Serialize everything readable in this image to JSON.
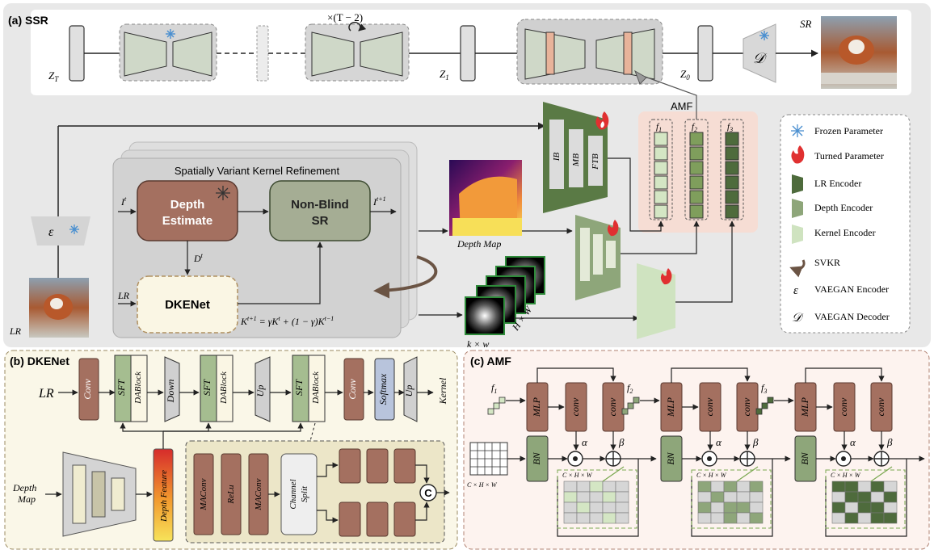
{
  "ssr": {
    "label": "(a) SSR",
    "z_t": "Z",
    "z_t_sub": "T",
    "z_1": "Z",
    "z_1_sub": "1",
    "z_0": "Z",
    "z_0_sub": "0",
    "repeat": "×(T − 2)",
    "decoder": "𝒟",
    "sr": "SR",
    "encoder": "ε",
    "lr": "LR",
    "svkr_title": "Spatially Variant Kernel Refinement",
    "depth_estimate": "Depth\nEstimate",
    "depth_estimate_l1": "Depth",
    "depth_estimate_l2": "Estimate",
    "nonblind_l1": "Non-Blind",
    "nonblind_l2": "SR",
    "dkenet": "DKENet",
    "i_t": "I",
    "i_t_sup": "t",
    "i_t1": "I",
    "i_t1_sup": "t+1",
    "d_t": "D",
    "d_t_sup": "t",
    "lr_in": "LR",
    "kernel_formula": "K^{t+1} = γK^t + (1 − γ)K^{t−1}",
    "kernel_formula_text": "K",
    "depth_map": "Depth Map",
    "k_w": "k × w",
    "h_w": "H × W",
    "ib": "IB",
    "mb": "MB",
    "ftb": "FTB",
    "amf": "AMF",
    "f1": "f",
    "f1_sub": "1",
    "f2": "f",
    "f2_sub": "2",
    "f3": "f",
    "f3_sub": "3"
  },
  "legend": {
    "items": [
      {
        "icon": "snowflake-icon",
        "label": "Frozen Parameter"
      },
      {
        "icon": "flame-icon",
        "label": "Turned Parameter"
      },
      {
        "icon": "lr-encoder-icon",
        "label": "LR Encoder"
      },
      {
        "icon": "depth-encoder-icon",
        "label": "Depth Encoder"
      },
      {
        "icon": "kernel-encoder-icon",
        "label": "Kernel Encoder"
      },
      {
        "icon": "svkr-icon",
        "label": "SVKR"
      },
      {
        "icon": "epsilon-icon",
        "label": "VAEGAN Encoder",
        "symbol": "ε"
      },
      {
        "icon": "d-icon",
        "label": "VAEGAN Decoder",
        "symbol": "𝒟"
      }
    ]
  },
  "dkenet": {
    "label": "(b) DKENet",
    "lr": "LR",
    "conv": "Conv",
    "sft": "SFT",
    "dablock": "DABlock",
    "down": "Down",
    "up": "Up",
    "softmax": "Softmax",
    "kernel": "Kernel",
    "depth_map_l1": "Depth",
    "depth_map_l2": "Map",
    "depth_feature": "Depth Feature",
    "maconv": "MAConv",
    "relu": "ReLu",
    "channel_split_l1": "Channel",
    "channel_split_l2": "Split",
    "concat": "C"
  },
  "amf": {
    "label": "(c) AMF",
    "mlp": "MLP",
    "conv": "conv",
    "bn": "BN",
    "alpha": "α",
    "beta": "β",
    "chw": "C × H × W",
    "f": "f",
    "subs": [
      "1",
      "2",
      "3"
    ]
  },
  "colors": {
    "brown": "#a47060",
    "dark_green": "#4e6b3c",
    "mid_green": "#8ea67a",
    "light_green": "#d4e6c4",
    "svkr_gray": "#d9d9d9",
    "amf_pink": "#f8e0d8",
    "dkenet_bg": "#faf7e8",
    "amf_bg": "#fdf3ef",
    "dkenet_block": "#e8e4c8"
  }
}
